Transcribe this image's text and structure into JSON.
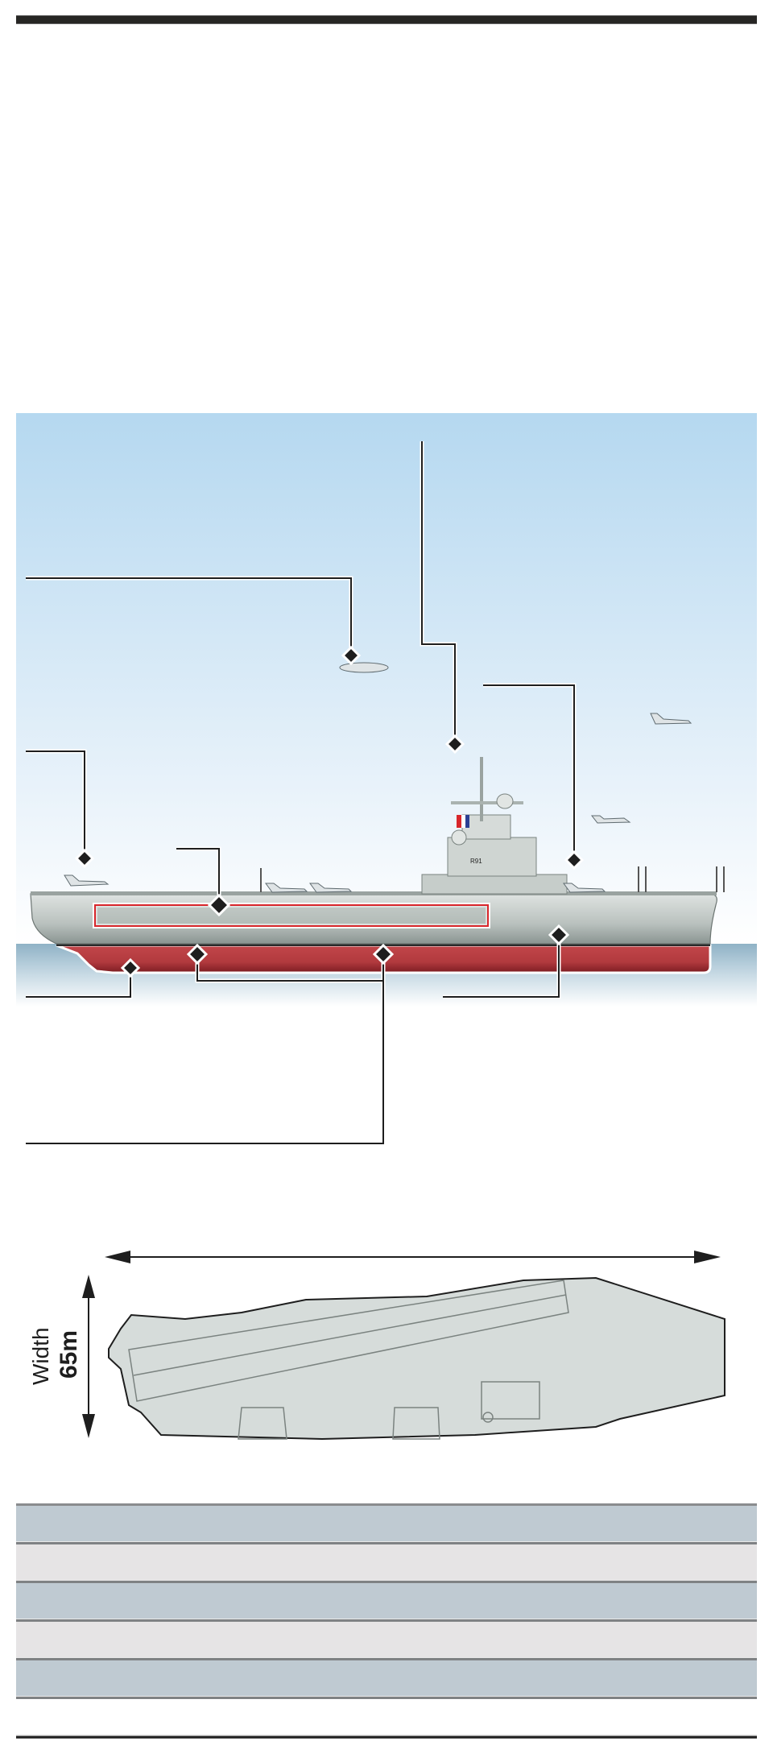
{
  "illustration": {
    "ship_hull_number": "R91",
    "colors": {
      "sky_top": "#b5d8f0",
      "sky_bottom": "#eef5fb",
      "sea": "#8fb2c6",
      "hull_red": "#b83c40",
      "hull_grey": "#c9d0cd",
      "callout_line": "#1e1e1e",
      "hangar_highlight": "#d8262b",
      "flag_blue": "#2b3f93",
      "flag_red": "#d8262b"
    },
    "callouts": [
      {
        "id": "airborne-early-warning-aircraft"
      },
      {
        "id": "island-radar"
      },
      {
        "id": "deck-fighter-bow"
      },
      {
        "id": "rear-deck-fighter"
      },
      {
        "id": "hangar-deck"
      },
      {
        "id": "propulsion-shaft"
      },
      {
        "id": "hull-compartments"
      },
      {
        "id": "forward-machinery"
      }
    ]
  },
  "plan_view": {
    "width_label": "Width",
    "width_value": "65m"
  },
  "table": {
    "rows": [
      {
        "label": "",
        "value": ""
      },
      {
        "label": "",
        "value": ""
      },
      {
        "label": "",
        "value": ""
      },
      {
        "label": "",
        "value": ""
      },
      {
        "label": "",
        "value": ""
      },
      {
        "label": "",
        "value": ""
      }
    ]
  }
}
